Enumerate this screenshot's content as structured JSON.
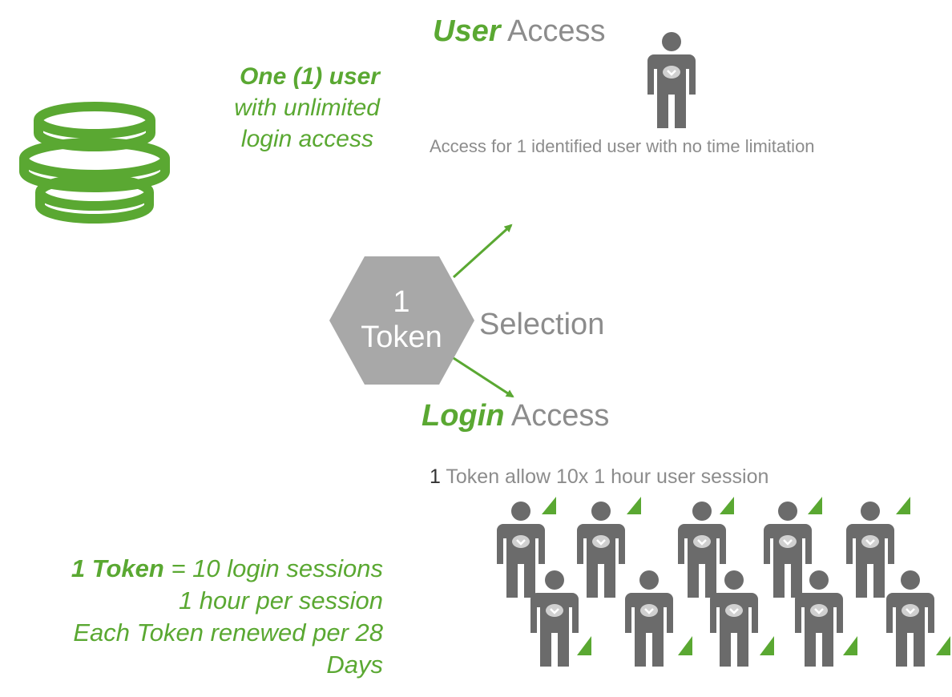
{
  "colors": {
    "accent_green": "#5aa832",
    "gray_text": "#8c8c8c",
    "token_gray": "#a8a8a8",
    "person_gray": "#6b6b6b"
  },
  "icons": {
    "coins": "coin-stack-icon",
    "person": "person-icon",
    "checkmark": "checkmark-icon",
    "corner_flag": "green-corner-flag-icon",
    "token": "hexagon-token-icon"
  },
  "left_top": {
    "line1": "One (1) user",
    "line2": "with unlimited",
    "line3": "login access"
  },
  "user_access": {
    "title_bold": "User",
    "title_rest": "Access",
    "description": "Access for 1 identified user with no time limitation"
  },
  "token": {
    "count": "1",
    "label": "Token",
    "selection": "Selection"
  },
  "login_access": {
    "title_bold": "Login",
    "title_rest": "Access",
    "description_num": "1",
    "description_rest": " Token allow 10x 1 hour user session"
  },
  "left_bottom": {
    "line1_bold": "1 Token",
    "line1_rest": " = 10 login sessions",
    "line2": "1 hour per session",
    "line3": "Each Token renewed per 28",
    "line4": "Days"
  }
}
